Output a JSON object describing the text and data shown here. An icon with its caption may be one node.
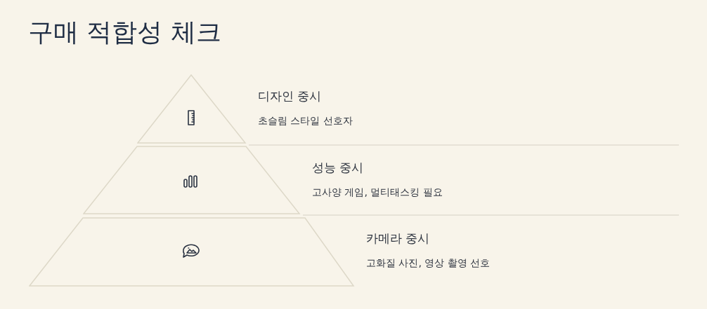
{
  "diagram": {
    "title": "구매 적합성 체크",
    "nodes": [
      {
        "text": [
          "디자인 중시",
          "초슬림 스타일 선호자"
        ]
      },
      {
        "text": [
          "성능 중시",
          "고사양 게임, 멀티태스킹 필요"
        ]
      },
      {
        "text": [
          "카메라 중시",
          "고화질 사진, 영상 촬영 선호"
        ]
      }
    ]
  }
}
